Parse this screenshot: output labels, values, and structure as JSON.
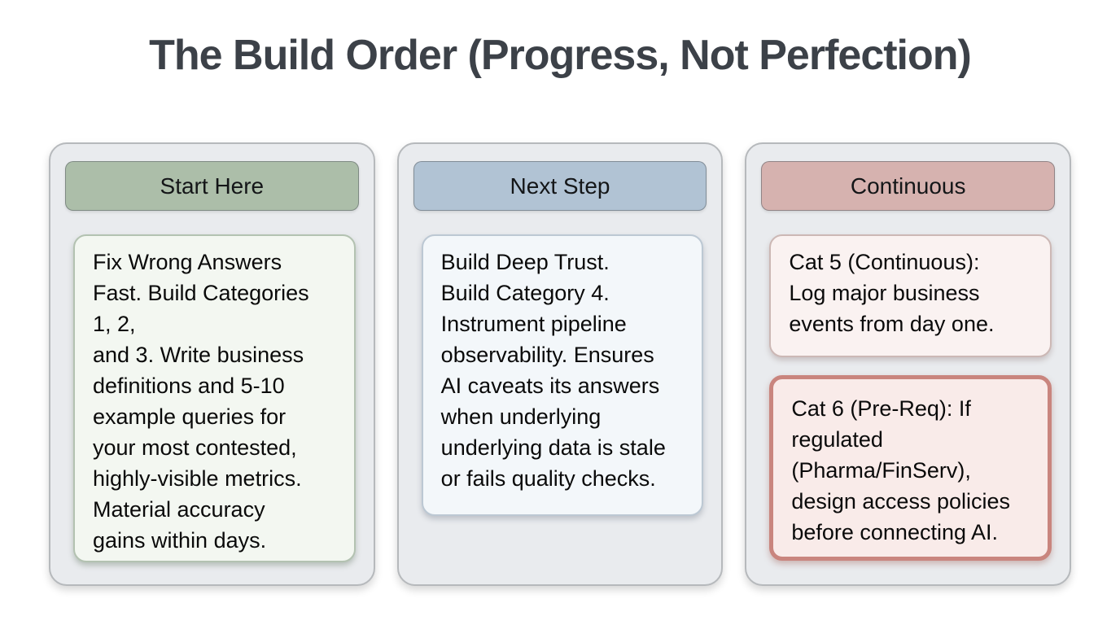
{
  "title": "The Build Order (Progress, Not Perfection)",
  "colors": {
    "page_background": "#ffffff",
    "title_text": "#3c4148",
    "card_background": "#e9ebee",
    "card_border": "#b6b9bc",
    "header_green": "#acbea9",
    "header_blue": "#b1c3d4",
    "header_pink": "#d6b2af",
    "note_green_bg": "#f3f7f1",
    "note_green_border": "#b3c2b1",
    "note_blue_bg": "#f3f7fa",
    "note_blue_border": "#bcc8d3",
    "note_pink_light_bg": "#faf2f1",
    "note_pink_light_border": "#ccb8b5",
    "note_pink_strong_bg": "#f9ebe9",
    "note_pink_strong_border": "#c9857e",
    "body_text": "#0a0a0a"
  },
  "columns": [
    {
      "header": {
        "label": "Start Here"
      },
      "boxes": [
        {
          "text": "Fix Wrong Answers\nFast. Build Categories\n1, 2,\nand 3. Write business\ndefinitions and 5-10\nexample queries for\nyour most contested,\nhighly-visible metrics.\nMaterial accuracy\ngains within days."
        }
      ]
    },
    {
      "header": {
        "label": "Next Step"
      },
      "boxes": [
        {
          "text": "Build Deep Trust.\nBuild Category 4.\nInstrument pipeline\nobservability. Ensures\nAI caveats its answers\nwhen underlying\nunderlying data is stale\nor fails quality checks."
        }
      ]
    },
    {
      "header": {
        "label": "Continuous"
      },
      "boxes": [
        {
          "text": "Cat 5 (Continuous):\nLog major business\nevents from day one."
        },
        {
          "text": "Cat 6 (Pre-Req): If\nregulated\n(Pharma/FinServ),\ndesign access policies\nbefore connecting AI.",
          "emphasized": "true"
        }
      ]
    }
  ]
}
